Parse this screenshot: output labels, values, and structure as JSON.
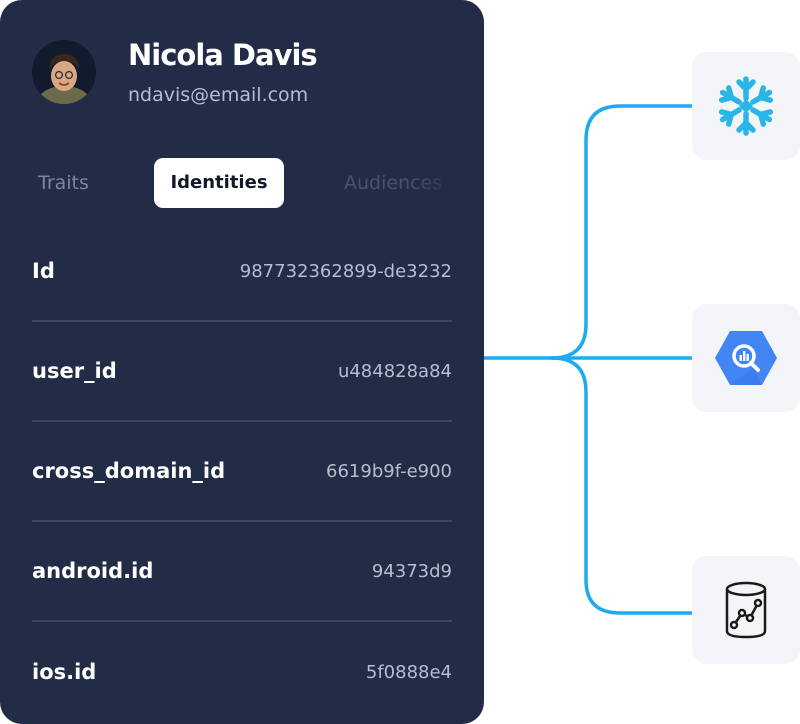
{
  "profile": {
    "name": "Nicola Davis",
    "email": "ndavis@email.com"
  },
  "tabs": [
    {
      "label": "Traits",
      "active": false
    },
    {
      "label": "Identities",
      "active": true
    },
    {
      "label": "Audiences",
      "active": false
    }
  ],
  "identities": [
    {
      "label": "Id",
      "value": "987732362899-de3232"
    },
    {
      "label": "user_id",
      "value": "u484828a84"
    },
    {
      "label": "cross_domain_id",
      "value": "6619b9f-e900"
    },
    {
      "label": "android.id",
      "value": "94373d9"
    },
    {
      "label": "ios.id",
      "value": "5f0888e4"
    }
  ],
  "destinations": [
    {
      "icon": "snowflake-icon",
      "color": "#29b5e8"
    },
    {
      "icon": "bigquery-icon",
      "color": "#4285f4"
    },
    {
      "icon": "database-chart-icon",
      "color": "#1a1a1a"
    }
  ],
  "colors": {
    "card_background": "#232c47",
    "connector": "#1eaaf1"
  }
}
